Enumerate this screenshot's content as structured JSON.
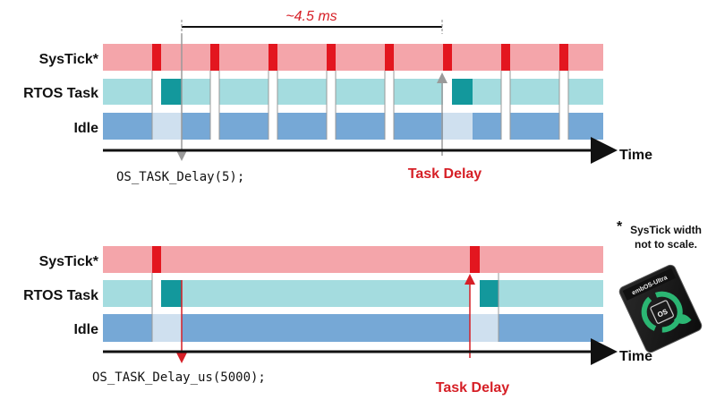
{
  "top": {
    "rows": {
      "systick": "SysTick*",
      "task": "RTOS Task",
      "idle": "Idle"
    },
    "time_label": "Time",
    "interval_label": "~4.5 ms",
    "call_label": "OS_TASK_Delay(5);",
    "delay_label": "Task Delay"
  },
  "bottom": {
    "rows": {
      "systick": "SysTick*",
      "task": "RTOS Task",
      "idle": "Idle"
    },
    "time_label": "Time",
    "call_label": "OS_TASK_Delay_us(5000);",
    "delay_label": "Task Delay"
  },
  "footnote": {
    "marker": "*",
    "line1": "SysTick width",
    "line2": "not to scale."
  },
  "logo": {
    "product": "embOS-Ultra",
    "chip_text": "OS"
  },
  "colors": {
    "systick_row": "#f4a5aa",
    "systick_pulse": "#e3161f",
    "task_row": "#a4dcdf",
    "task_active": "#13989c",
    "idle_row": "#76a8d6",
    "idle_gap": "#cfe0ef",
    "accent_red": "#d61f26",
    "axis": "#111111"
  }
}
